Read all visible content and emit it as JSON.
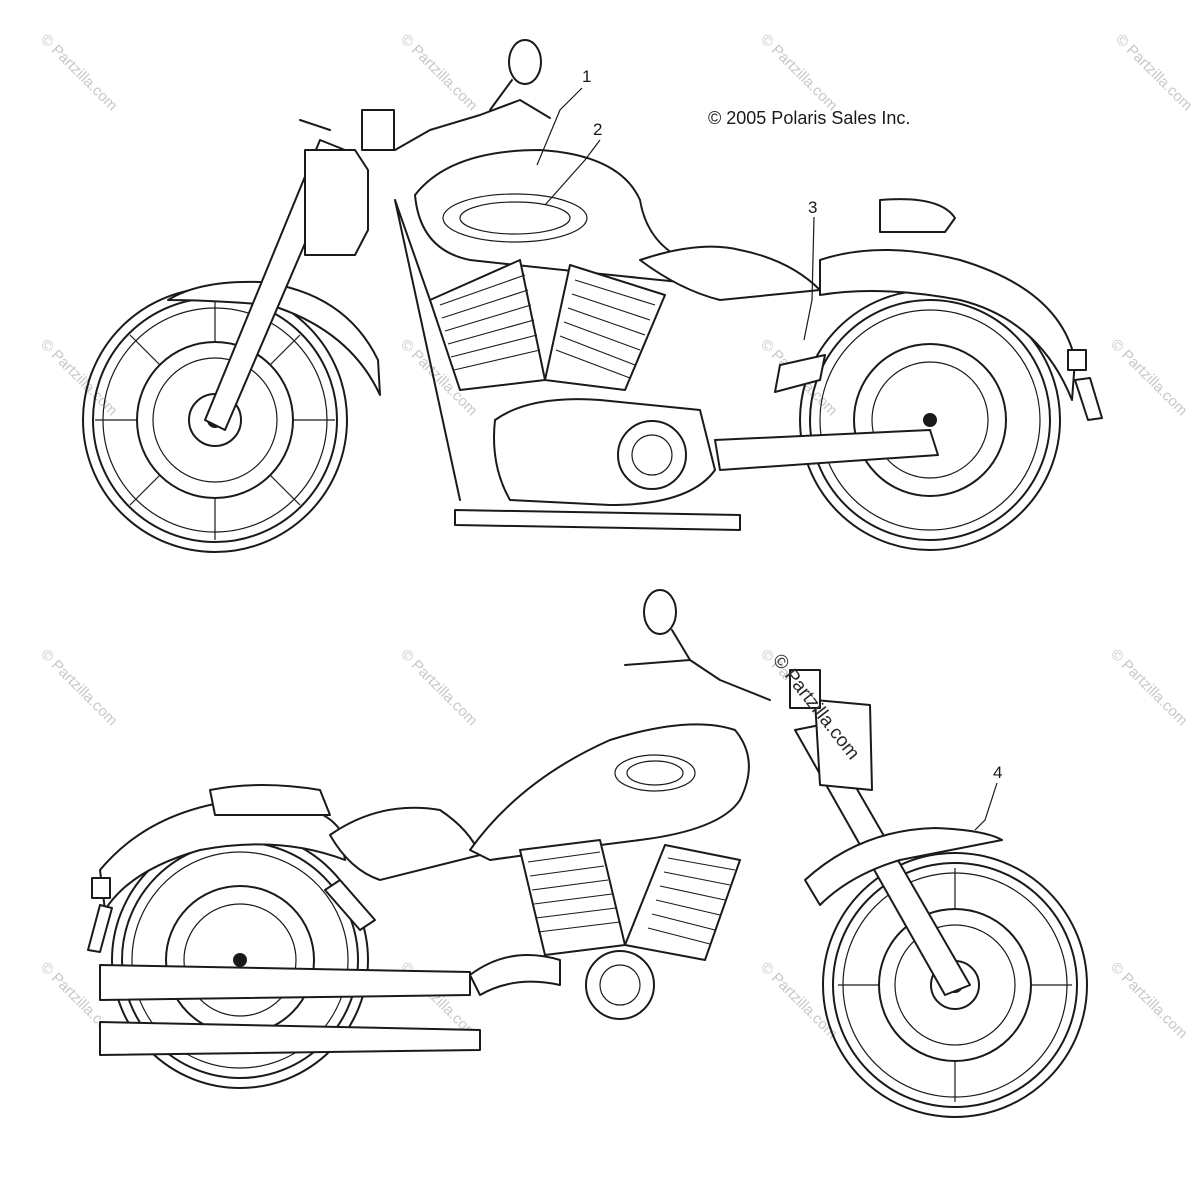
{
  "copyright": "© 2005 Polaris Sales Inc.",
  "callouts": [
    {
      "number": "1"
    },
    {
      "number": "2"
    },
    {
      "number": "3"
    },
    {
      "number": "4"
    }
  ],
  "watermark": {
    "text": "© Partzilla.com",
    "tiles": [
      "© Partzilla.com",
      "© Partzilla.com",
      "© Partzilla.com",
      "© Partzilla.com",
      "© Partzilla.com",
      "© Partzilla.com",
      "© Partzilla.com",
      "© Partzilla.com",
      "© Partzilla.com",
      "© Partzilla.com",
      "© Partzilla.com",
      "© Partzilla.com",
      "© Partzilla.com",
      "© Partzilla.com",
      "© Partzilla.com",
      "© Partzilla.com"
    ],
    "center_text": "© Partzilla.com"
  },
  "colors": {
    "ink": "#1a1a1a",
    "watermark": "#c8c8c8",
    "background": "#ffffff"
  }
}
